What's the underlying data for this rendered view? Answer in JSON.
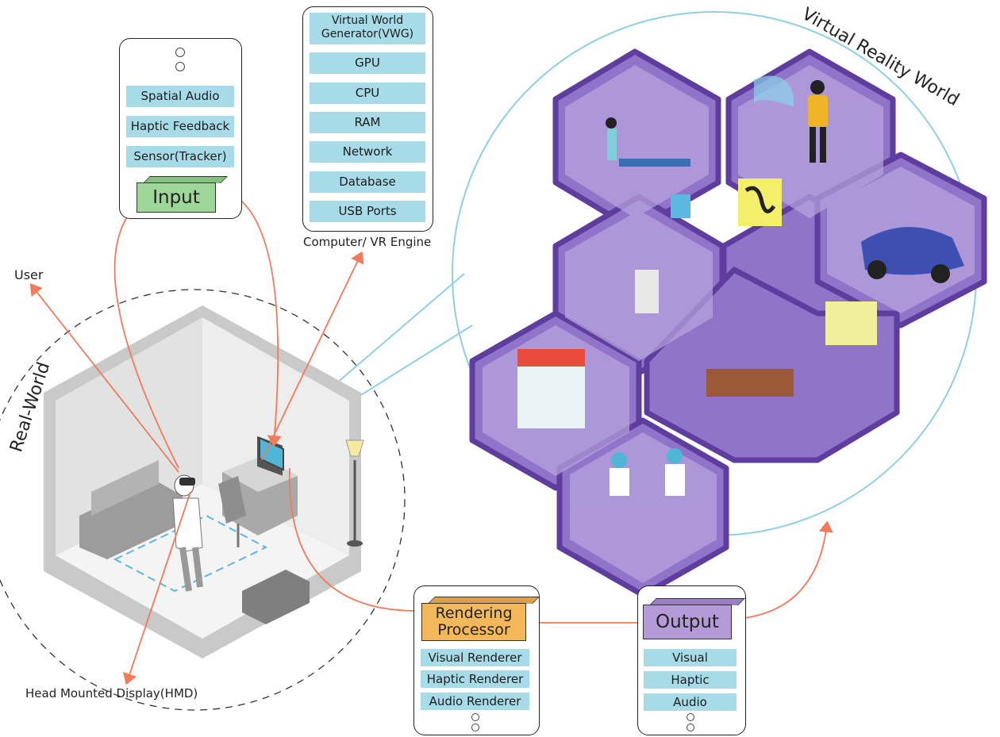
{
  "input_panel": {
    "items": [
      "Spatial Audio",
      "Haptic Feedback",
      "Sensor(Tracker)"
    ],
    "box_label": "Input",
    "box_color": "#9fd79a"
  },
  "engine_panel": {
    "items": [
      "Virtual World Generator(VWG)",
      "GPU",
      "CPU",
      "RAM",
      "Network",
      "Database",
      "USB Ports"
    ],
    "caption": "Computer/ VR Engine"
  },
  "rendering_panel": {
    "box_label": "Rendering Processor",
    "box_color": "#f2b85a",
    "items": [
      "Visual Renderer",
      "Haptic Renderer",
      "Audio Renderer"
    ]
  },
  "output_panel": {
    "box_label": "Output",
    "box_color": "#b49ad6",
    "items": [
      "Visual",
      "Haptic",
      "Audio"
    ]
  },
  "labels": {
    "user": "User",
    "hmd": "Head Mounted Display(HMD)",
    "real_world": "Real-World",
    "virtual_world": "Virtual Reality World"
  },
  "colors": {
    "chip": "#a8dbe8",
    "arrow": "#f07a5a",
    "connector": "#8fd0e0",
    "hex": "#6a4aa8"
  }
}
